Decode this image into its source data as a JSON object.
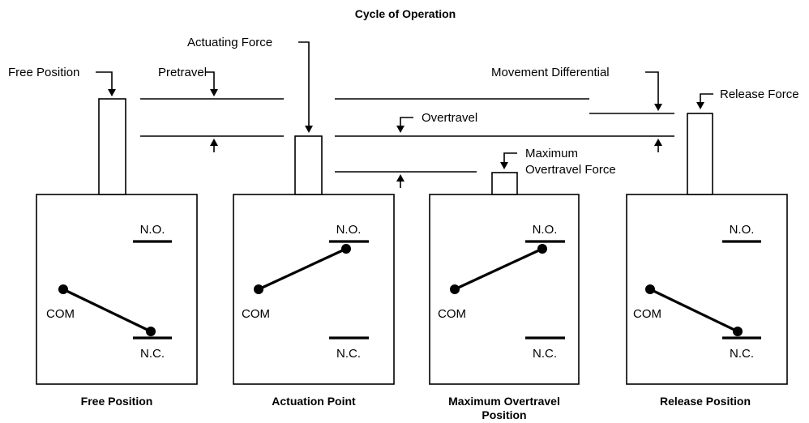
{
  "title": "Cycle of Operation",
  "annotations": {
    "free_position": "Free Position",
    "pretravel": "Pretravel",
    "actuating_force": "Actuating Force",
    "overtravel": "Overtravel",
    "max_overtravel_force_line1": "Maximum",
    "max_overtravel_force_line2": "Overtravel Force",
    "movement_differential": "Movement Differential",
    "release_force": "Release Force"
  },
  "contacts": {
    "no": "N.O.",
    "nc": "N.C.",
    "com": "COM"
  },
  "panels": [
    {
      "caption": "Free Position",
      "caption_line2": "",
      "state": "nc"
    },
    {
      "caption": "Actuation Point",
      "caption_line2": "",
      "state": "no"
    },
    {
      "caption": "Maximum Overtravel",
      "caption_line2": "Position",
      "state": "no"
    },
    {
      "caption": "Release Position",
      "caption_line2": "",
      "state": "nc"
    }
  ]
}
